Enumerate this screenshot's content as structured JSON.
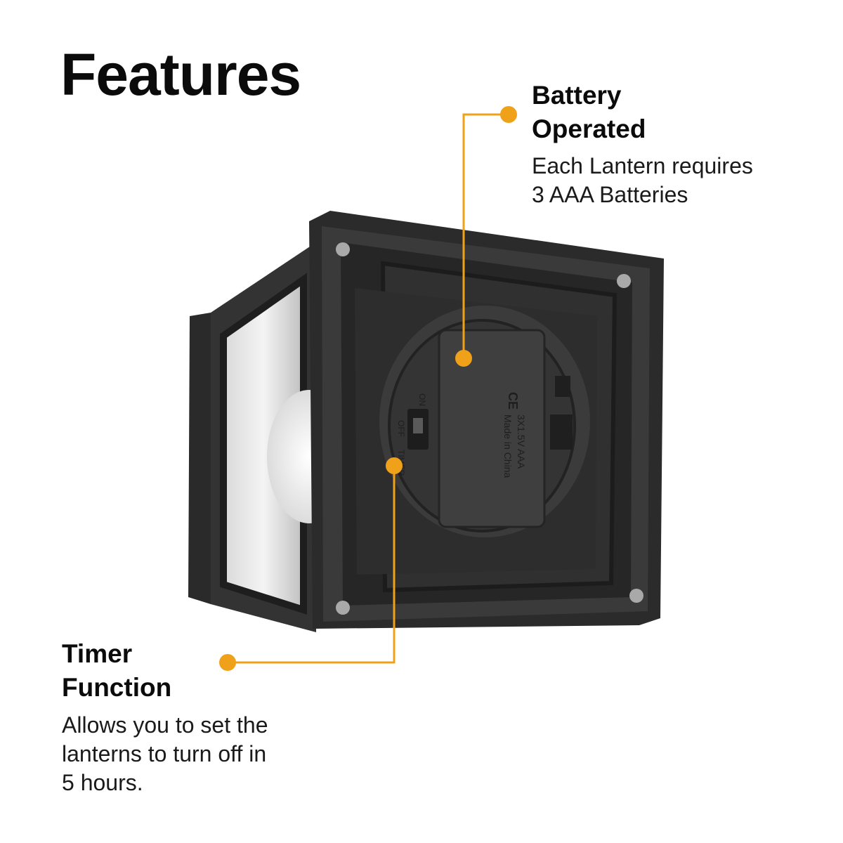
{
  "page": {
    "title": "Features"
  },
  "features": [
    {
      "heading_lines": [
        "Battery",
        "Operated"
      ],
      "body_lines": [
        "Each Lantern requires",
        "3 AAA Batteries"
      ]
    },
    {
      "heading_lines": [
        "Timer",
        "Function"
      ],
      "body_lines": [
        "Allows you to set the",
        "lanterns to turn off in",
        "5 hours."
      ]
    }
  ],
  "product_markings": {
    "switch_labels": [
      "ON",
      "OFF",
      "TIMER"
    ],
    "battery_label": [
      "3X1.5V AAA",
      "Made in China"
    ],
    "cert_mark": "CE"
  },
  "colors": {
    "accent": "#f0a11a",
    "text": "#0b0b0b",
    "background": "#ffffff",
    "housing": "#2b2b2b"
  }
}
